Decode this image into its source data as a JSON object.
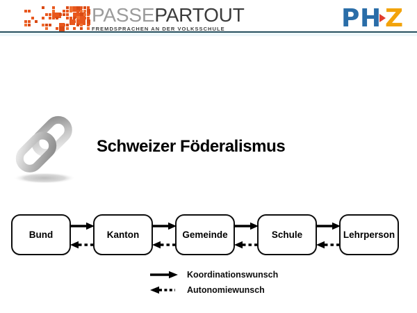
{
  "header": {
    "brand": {
      "part1": "PASSE",
      "part2": "PARTOUT",
      "subtitle": "FREMDSPRACHEN AN DER VOLKSSCHULE"
    },
    "phz_logo": {
      "letters": [
        "P",
        "H",
        "Z"
      ]
    }
  },
  "slide": {
    "title": "Schweizer Föderalismus"
  },
  "diagram": {
    "nodes": [
      "Bund",
      "Kanton",
      "Gemeinde",
      "Schule",
      "Lehrperson"
    ],
    "edges": [
      {
        "from": "Bund",
        "to": "Kanton",
        "type": "Koordinationswunsch",
        "style": "solid-right-arrow"
      },
      {
        "from": "Kanton",
        "to": "Bund",
        "type": "Autonomiewunsch",
        "style": "dashed-left-arrow"
      },
      {
        "from": "Kanton",
        "to": "Gemeinde",
        "type": "Koordinationswunsch",
        "style": "solid-right-arrow"
      },
      {
        "from": "Gemeinde",
        "to": "Kanton",
        "type": "Autonomiewunsch",
        "style": "dashed-left-arrow"
      },
      {
        "from": "Gemeinde",
        "to": "Schule",
        "type": "Koordinationswunsch",
        "style": "solid-right-arrow"
      },
      {
        "from": "Schule",
        "to": "Gemeinde",
        "type": "Autonomiewunsch",
        "style": "dashed-left-arrow"
      },
      {
        "from": "Schule",
        "to": "Lehrperson",
        "type": "Koordinationswunsch",
        "style": "solid-right-arrow"
      },
      {
        "from": "Lehrperson",
        "to": "Schule",
        "type": "Autonomiewunsch",
        "style": "dashed-left-arrow"
      }
    ],
    "legend": [
      {
        "symbol": "solid-right-arrow",
        "label": "Koordinationswunsch"
      },
      {
        "symbol": "dashed-left-arrow",
        "label": "Autonomiewunsch"
      }
    ]
  },
  "colors": {
    "accent_orange": "#E8571D",
    "brand_gray": "#9B9B9B",
    "brand_dark": "#3B3B3B",
    "divider_blue": "#27505F",
    "phz_blue": "#2A6DA8",
    "phz_orange": "#F2A30B",
    "phz_red": "#E23B2E",
    "diagram_black": "#0D0D0D"
  }
}
